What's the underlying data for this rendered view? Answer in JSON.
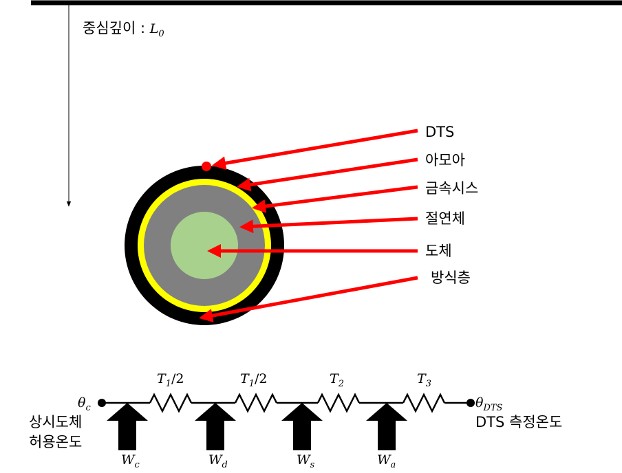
{
  "depth_label": {
    "text": "중심깊이 : ",
    "symbol": "L",
    "sub": "0"
  },
  "callouts": [
    {
      "label": "DTS"
    },
    {
      "label": "아모아"
    },
    {
      "label": "금속시스"
    },
    {
      "label": "절연체"
    },
    {
      "label": "도체"
    },
    {
      "label": "방식층"
    }
  ],
  "circuit": {
    "left_node": {
      "symbol": "θ",
      "sub": "c",
      "caption_line1": "상시도체",
      "caption_line2": "허용온도"
    },
    "right_node": {
      "symbol": "θ",
      "sub": "DTS",
      "caption": "DTS 측정온도"
    },
    "resistors": [
      {
        "symbol": "T",
        "sub": "1",
        "suffix": "/2"
      },
      {
        "symbol": "T",
        "sub": "1",
        "suffix": "/2"
      },
      {
        "symbol": "T",
        "sub": "2",
        "suffix": ""
      },
      {
        "symbol": "T",
        "sub": "3",
        "suffix": ""
      }
    ],
    "sources": [
      {
        "symbol": "W",
        "sub": "c"
      },
      {
        "symbol": "W",
        "sub": "d"
      },
      {
        "symbol": "W",
        "sub": "s"
      },
      {
        "symbol": "W",
        "sub": "a"
      }
    ]
  },
  "colors": {
    "armour": "#000000",
    "sheath": "#ffff00",
    "insulation": "#808080",
    "conductor": "#a9d18e",
    "arrow": "#ff0000",
    "dts_point": "#ff0000"
  }
}
